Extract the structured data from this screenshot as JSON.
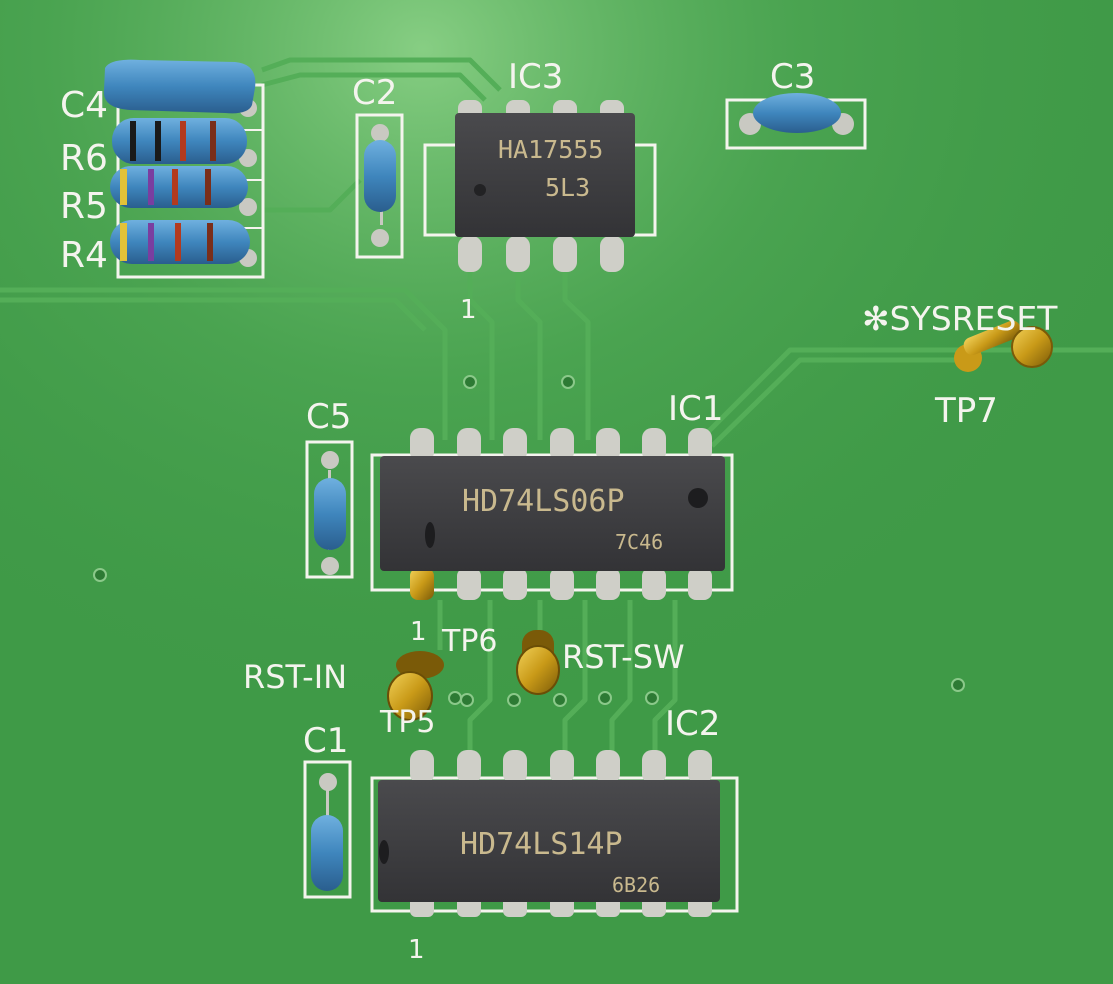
{
  "board": {
    "colors": {
      "pcb": "#3f9a47",
      "pcb_light": "#6fc070",
      "trace": "#4fa853",
      "silkscreen": "#f4f4ee",
      "chip_body": "#3c3c3e",
      "chip_marking": "#c9b98e",
      "pin": "#d4d4cc",
      "gold_pin": "#c99a18",
      "capacitor": "#3f86bd"
    }
  },
  "labels": {
    "c4": "C4",
    "r6": "R6",
    "r5": "R5",
    "r4": "R4",
    "c2": "C2",
    "ic3": "IC3",
    "c3": "C3",
    "ic3_pin1": "1",
    "sysreset": "✻SYSRESET",
    "tp7": "TP7",
    "c5": "C5",
    "ic1": "IC1",
    "ic1_pin1": "1",
    "tp6": "TP6",
    "rst_sw": "RST-SW",
    "rst_in": "RST-IN",
    "tp5": "TP5",
    "c1": "C1",
    "ic2": "IC2",
    "ic2_pin1": "1"
  },
  "chips": {
    "ic3": {
      "line1": "HA17555",
      "line2": "5L3"
    },
    "ic1": {
      "line1": "HD74LS06P",
      "line2": "7C46"
    },
    "ic2": {
      "line1": "HD74LS14P",
      "line2": "6B26"
    }
  }
}
